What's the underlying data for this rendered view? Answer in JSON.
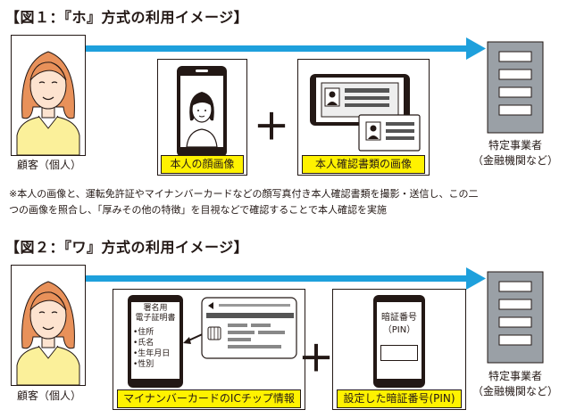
{
  "fig1": {
    "title": "【図１：『ホ』方式の利用イメージ】",
    "customer_label": "顧客（個人）",
    "face_label": "本人の顔画像",
    "id_label": "本人確認書類の画像",
    "plus": "＋",
    "business_line1": "特定事業者",
    "business_line2": "（金融機関など）",
    "note_line1": "※本人の画像と、運転免許証やマイナンバーカードなどの顔写真付き本人確認書類を撮影・送信し、この二",
    "note_line2": "つの画像を照合し、「厚みその他の特徴」を目視などで確認することで本人確認を実施"
  },
  "fig2": {
    "title": "【図２：『ワ』方式の利用イメージ】",
    "customer_label": "顧客（個人）",
    "cert_title_line1": "署名用",
    "cert_title_line2": "電子証明書",
    "cert_items": [
      "•住所",
      "•氏名",
      "•生年月日",
      "•性別"
    ],
    "ic_label": "マイナンバーカードのICチップ情報",
    "pin_title": "暗証番号",
    "pin_sub": "（PIN）",
    "pin_label": "設定した暗証番号(PIN)",
    "plus": "＋",
    "business_line1": "特定事業者",
    "business_line2": "（金融機関など）"
  },
  "colors": {
    "arrow": "#1ea0dc",
    "label_bg": "#fff200",
    "skin": "#fde3cf",
    "hair": "#e8915a",
    "shirt": "#fbf09a",
    "building": "#9aa0a6"
  }
}
